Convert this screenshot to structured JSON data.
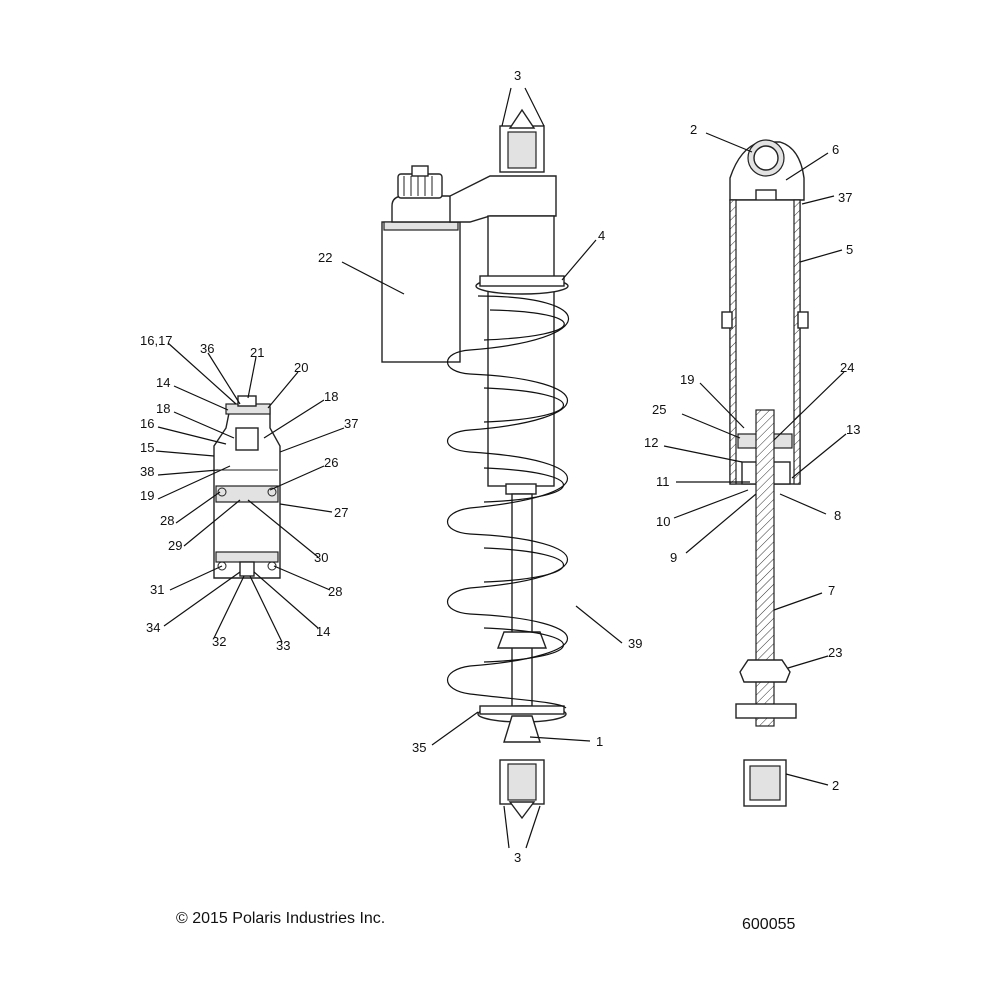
{
  "footer": {
    "copyright": "© 2015 Polaris Industries Inc.",
    "diagram_id": "600055"
  },
  "callouts": {
    "main_top_3": "3",
    "main_22": "22",
    "main_4": "4",
    "main_39": "39",
    "main_35": "35",
    "main_1": "1",
    "main_bottom_3": "3",
    "res_16_17": "16,17",
    "res_36": "36",
    "res_21": "21",
    "res_20": "20",
    "res_14_top": "14",
    "res_18_left": "18",
    "res_18_right": "18",
    "res_16": "16",
    "res_37": "37",
    "res_15": "15",
    "res_26": "26",
    "res_38": "38",
    "res_19": "19",
    "res_28_left": "28",
    "res_27": "27",
    "res_29": "29",
    "res_30": "30",
    "res_31": "31",
    "res_28_right": "28",
    "res_34": "34",
    "res_32": "32",
    "res_33": "33",
    "res_14_bottom": "14",
    "sec_2_top": "2",
    "sec_6": "6",
    "sec_37": "37",
    "sec_5": "5",
    "sec_19": "19",
    "sec_24": "24",
    "sec_25": "25",
    "sec_13": "13",
    "sec_12": "12",
    "sec_11": "11",
    "sec_10": "10",
    "sec_8": "8",
    "sec_9": "9",
    "sec_7": "7",
    "sec_23": "23",
    "sec_2_bottom": "2"
  }
}
